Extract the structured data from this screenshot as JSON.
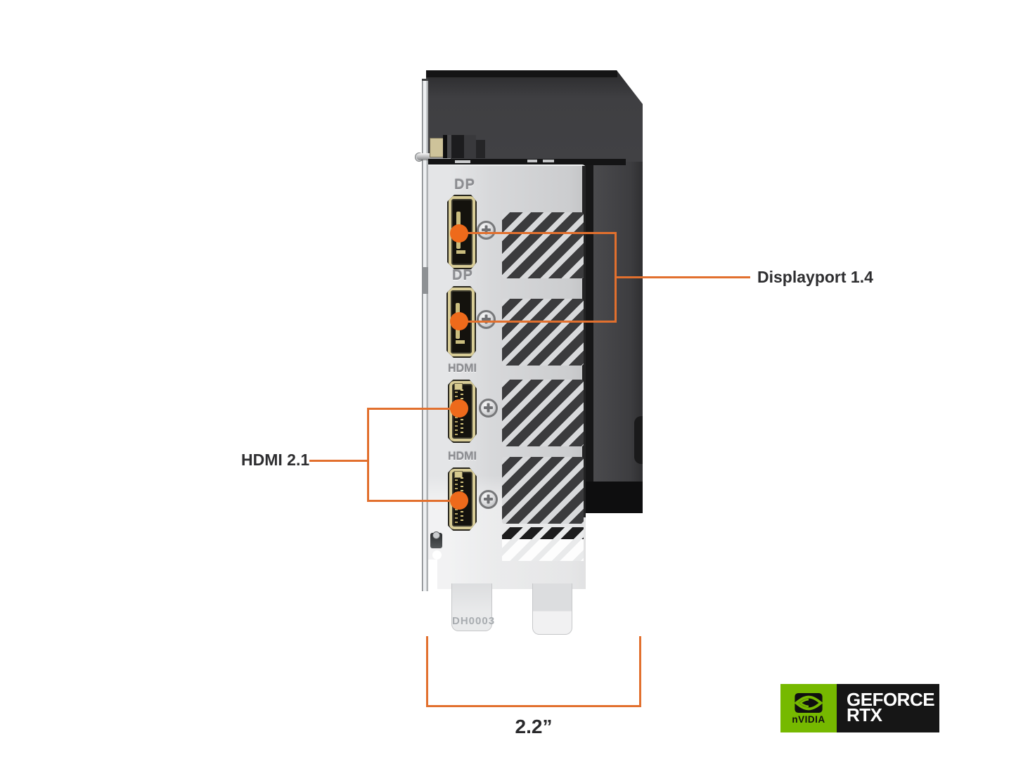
{
  "card": {
    "bracket_marking": "DH0003",
    "ports": [
      {
        "label": "DP"
      },
      {
        "label": "DP"
      },
      {
        "label": "HDMI"
      },
      {
        "label": "HDMI"
      }
    ]
  },
  "callouts": {
    "displayport_label": "Displayport 1.4",
    "hdmi_label": "HDMI 2.1",
    "line_color": "#E2702E",
    "dot_color": "#EE6A1B"
  },
  "dimension": {
    "width_label": "2.2”"
  },
  "badge": {
    "nvidia_text": "nVIDIA",
    "geforce_line1": "GEFORCE",
    "geforce_line2": "RTX",
    "green": "#76B900",
    "black": "#161616"
  }
}
